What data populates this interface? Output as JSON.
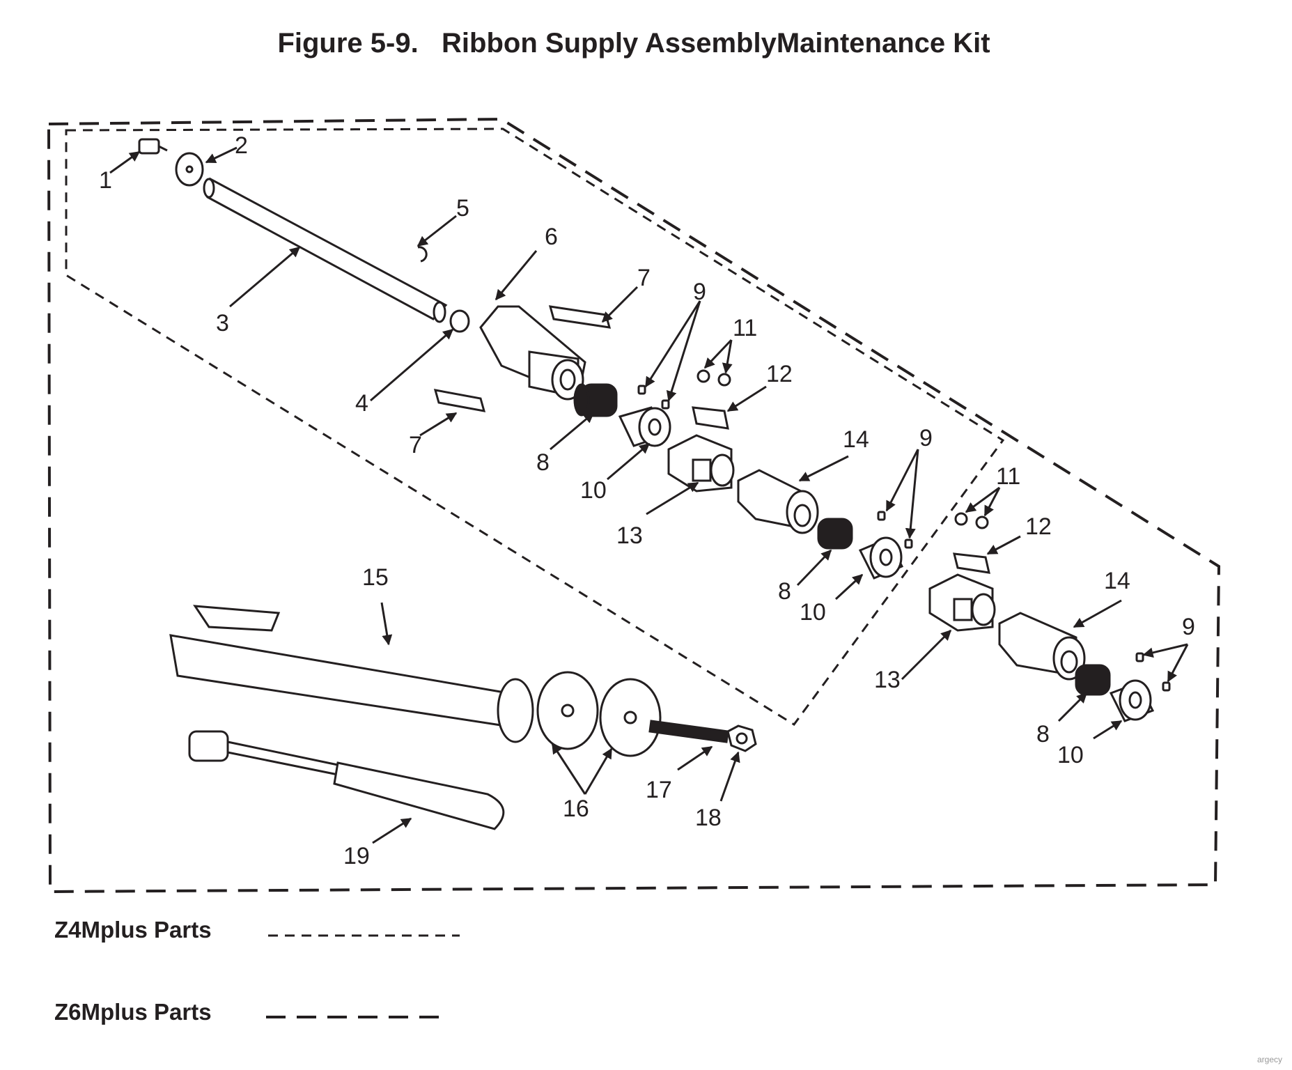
{
  "title": "Figure 5-9.   Ribbon Supply AssemblyMaintenance Kit",
  "callouts": {
    "c1": "1",
    "c2": "2",
    "c3": "3",
    "c4": "4",
    "c5": "5",
    "c6": "6",
    "c7a": "7",
    "c7b": "7",
    "c8a": "8",
    "c8b": "8",
    "c8c": "8",
    "c9a": "9",
    "c9b": "9",
    "c9c": "9",
    "c10a": "10",
    "c10b": "10",
    "c10c": "10",
    "c11a": "11",
    "c11b": "11",
    "c12a": "12",
    "c12b": "12",
    "c13a": "13",
    "c13b": "13",
    "c14a": "14",
    "c14b": "14",
    "c15": "15",
    "c16": "16",
    "c17": "17",
    "c18": "18",
    "c19": "19"
  },
  "legend": {
    "z4_label": "Z4Mplus Parts",
    "z6_label": "Z6Mplus Parts"
  },
  "watermark": "argecy",
  "colors": {
    "ink": "#231f20",
    "part_fill": "#ffffff",
    "spring_fill": "#231f20"
  }
}
